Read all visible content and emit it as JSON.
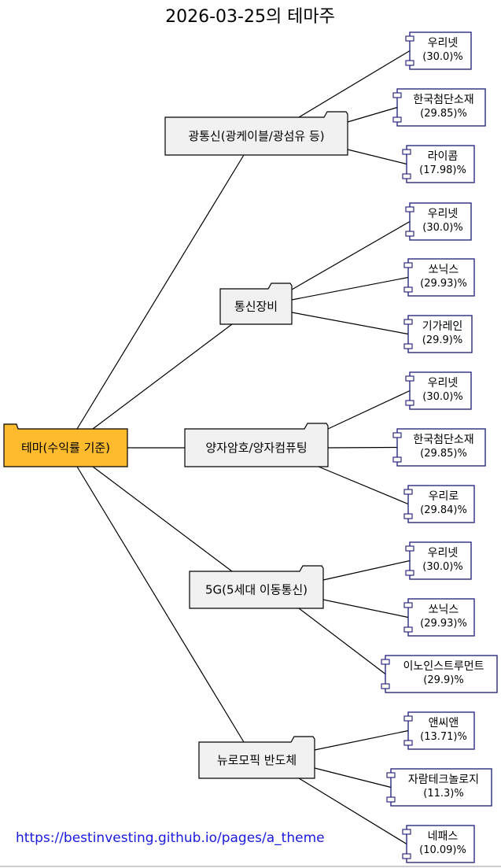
{
  "title": "2026-03-25의 테마주",
  "root": {
    "label": "테마(수익률 기준)"
  },
  "themes": [
    {
      "label": "광통신(광케이블/광섬유 등)",
      "stocks": [
        {
          "name": "우리넷",
          "pct": "(30.0)%"
        },
        {
          "name": "한국첨단소재",
          "pct": "(29.85)%"
        },
        {
          "name": "라이콤",
          "pct": "(17.98)%"
        }
      ]
    },
    {
      "label": "통신장비",
      "stocks": [
        {
          "name": "우리넷",
          "pct": "(30.0)%"
        },
        {
          "name": "쏘닉스",
          "pct": "(29.93)%"
        },
        {
          "name": "기가레인",
          "pct": "(29.9)%"
        }
      ]
    },
    {
      "label": "양자암호/양자컴퓨팅",
      "stocks": [
        {
          "name": "우리넷",
          "pct": "(30.0)%"
        },
        {
          "name": "한국첨단소재",
          "pct": "(29.85)%"
        },
        {
          "name": "우리로",
          "pct": "(29.84)%"
        }
      ]
    },
    {
      "label": "5G(5세대 이동통신)",
      "stocks": [
        {
          "name": "우리넷",
          "pct": "(30.0)%"
        },
        {
          "name": "쏘닉스",
          "pct": "(29.93)%"
        },
        {
          "name": "이노인스트루먼트",
          "pct": "(29.9)%"
        }
      ]
    },
    {
      "label": "뉴로모픽 반도체",
      "stocks": [
        {
          "name": "앤씨앤",
          "pct": "(13.71)%"
        },
        {
          "name": "자람테크놀로지",
          "pct": "(11.3)%"
        },
        {
          "name": "네패스",
          "pct": "(10.09)%"
        }
      ]
    }
  ],
  "footer": {
    "link": "https://bestinvesting.github.io/pages/a_theme"
  },
  "colors": {
    "root_fill": "#fdbb2d",
    "folder_fill": "#f1f1f1",
    "component_border": "#1a1a7a",
    "link": "#1a1ae0"
  }
}
